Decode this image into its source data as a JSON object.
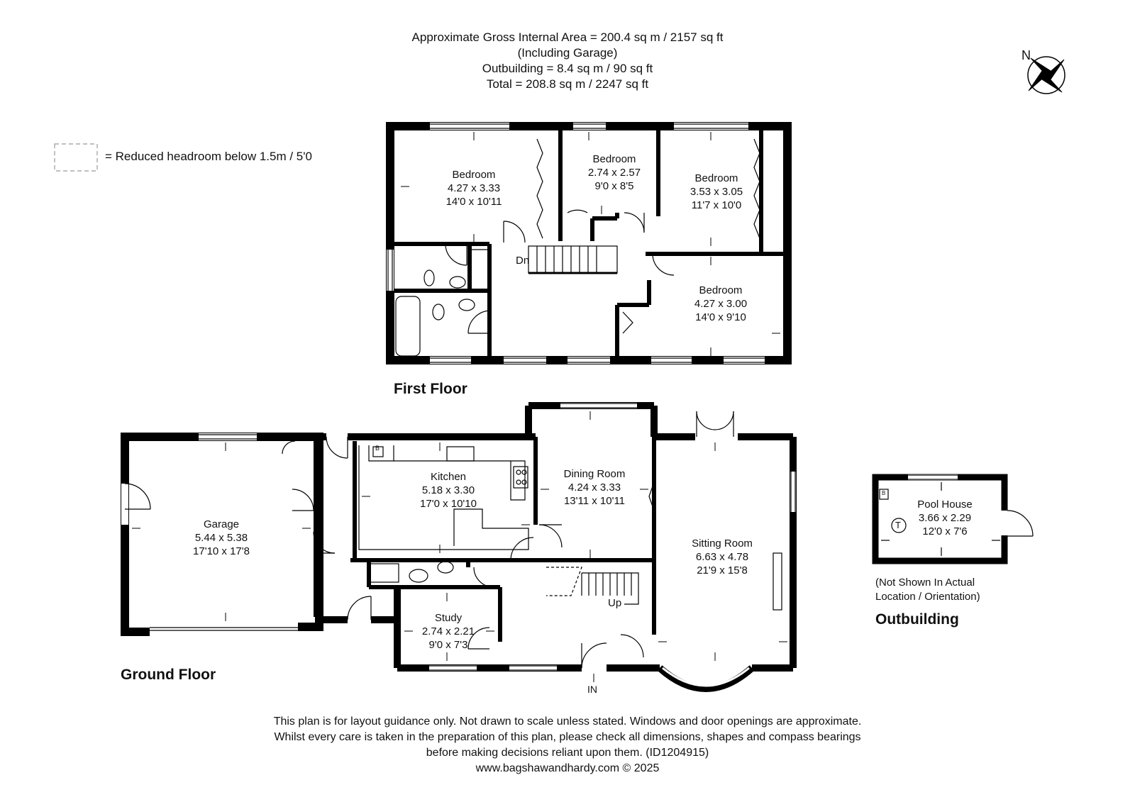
{
  "header": {
    "line1": "Approximate Gross Internal Area = 200.4 sq m / 2157 sq ft",
    "line2": "(Including Garage)",
    "line3": "Outbuilding = 8.4 sq m / 90 sq ft",
    "line4": "Total = 208.8 sq m / 2247 sq ft"
  },
  "compass_label": "N",
  "legend_text": "= Reduced headroom below 1.5m / 5'0",
  "sections": {
    "first_floor": "First Floor",
    "ground_floor": "Ground Floor",
    "outbuilding": "Outbuilding"
  },
  "rooms": {
    "ff_bed1": {
      "name": "Bedroom",
      "metric": "4.27 x 3.33",
      "imperial": "14'0 x 10'11"
    },
    "ff_bed2": {
      "name": "Bedroom",
      "metric": "2.74 x 2.57",
      "imperial": "9'0 x 8'5"
    },
    "ff_bed3": {
      "name": "Bedroom",
      "metric": "3.53 x 3.05",
      "imperial": "11'7 x 10'0"
    },
    "ff_bed4": {
      "name": "Bedroom",
      "metric": "4.27 x 3.00",
      "imperial": "14'0 x 9'10"
    },
    "garage": {
      "name": "Garage",
      "metric": "5.44 x 5.38",
      "imperial": "17'10 x 17'8"
    },
    "kitchen": {
      "name": "Kitchen",
      "metric": "5.18 x 3.30",
      "imperial": "17'0 x 10'10"
    },
    "dining": {
      "name": "Dining Room",
      "metric": "4.24 x 3.33",
      "imperial": "13'11 x 10'11"
    },
    "sitting": {
      "name": "Sitting Room",
      "metric": "6.63 x 4.78",
      "imperial": "21'9 x 15'8"
    },
    "study": {
      "name": "Study",
      "metric": "2.74 x 2.21",
      "imperial": "9'0 x 7'3"
    },
    "pool": {
      "name": "Pool House",
      "metric": "3.66 x 2.29",
      "imperial": "12'0 x 7'6"
    }
  },
  "labels": {
    "dn": "Dn",
    "up": "Up",
    "in": "IN",
    "boiler": "B",
    "tank": "T",
    "outbuilding_note_1": "(Not Shown In Actual",
    "outbuilding_note_2": "Location / Orientation)"
  },
  "footer": {
    "line1": "This plan is for layout guidance only. Not drawn to scale unless stated. Windows and door openings are approximate.",
    "line2": "Whilst every care is taken in the preparation of this plan, please check all dimensions, shapes and compass bearings",
    "line3": "before making decisions reliant upon them. (ID1204915)",
    "line4": "www.bagshawandhardy.com © 2025"
  }
}
